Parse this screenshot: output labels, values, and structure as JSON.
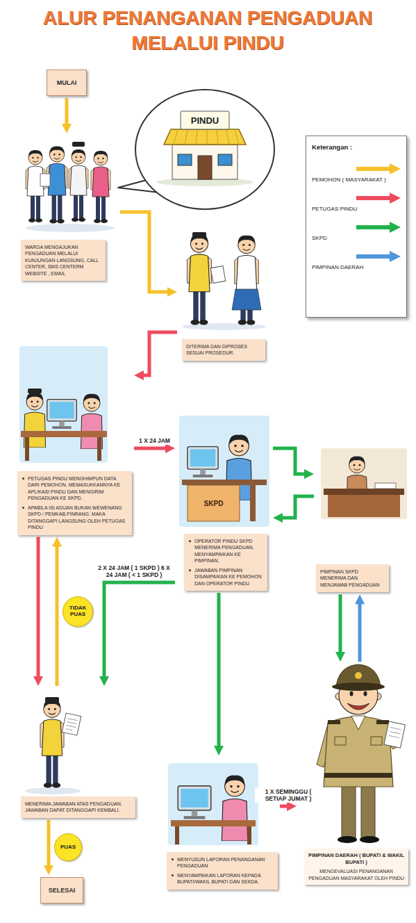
{
  "diagram": {
    "title": "ALUR PENANGANAN PENGADUAN MELALUI PINDU",
    "nodes": [
      {
        "text": [
          "MULAI"
        ]
      },
      {
        "text": [
          "WARGA MENGAJUKAN PENGADUAN MELALUI KUNJUNGAN LANGSUNG, CALL CENTER, SMS CENTERM WEBSITE , EMAIL"
        ]
      },
      {
        "text": [
          "DITERIMA DAN DIPROSES SESUAI PROSEDUR."
        ]
      },
      {
        "text": [
          "PETUGAS PINDU MENGHIMPUN DATA DARI PEMOHON, MEMASUKKANNYA KE APLIKASI PINDU DAN MENGIRIM PENGADUAN KE SKPD.",
          "APABILA ISI ADUAN BUKAN WEWENANG SKPD / PEMKAB.PINRANG. MAKA DITANGGAPI LANGSUNG OLEH PETUGAS PINDU"
        ]
      },
      {
        "text": [
          "OPERATOR PINDU SKPD MENERIMA PENGADUAN, MENYAMPAIKAN KE PIMPINAN.",
          "JAWABAN PIMPINAN DISAMPAIKAN KE PEMOHON DAN OPERATOR PINDU"
        ]
      },
      {
        "text": [
          "PIMPINAN SKPD MENERIMA DAN MENJAWAB PENGADUAN"
        ]
      },
      {
        "text": [
          "MENERIMA JAWABAN ATAS PENGADUAN. JAWABAN DAPAT DITANGGAPI KEMBALI."
        ]
      },
      {
        "text": [
          "MENYUSUN LAPORAN PENANGANAN PENGADUAN",
          "MENYAMPAIKAN LAPORAN KEPADA BUPATI/WAKIL BUPATI DAN SEKDA."
        ]
      },
      {
        "text": [
          "PIMPINAN DAERAH ( BUPATI & WAKIL BUPATI )",
          "MENGEVALUASI PENANGANAN PENGADUAN MASYARAKAT OLEH PINDU"
        ]
      },
      {
        "text": [
          "SELESAI"
        ]
      }
    ],
    "edges": [
      {
        "from": 0,
        "to": 1,
        "arrow": "to"
      },
      {
        "from": 1,
        "to": 2,
        "arrow": "to"
      },
      {
        "from": 2,
        "to": 3,
        "arrow": "to"
      },
      {
        "from": 3,
        "to": 4,
        "label": "1 X 24 JAM",
        "arrow": "to"
      },
      {
        "from": 4,
        "to": 5,
        "arrow": "to"
      },
      {
        "from": 5,
        "to": 4,
        "arrow": "to"
      },
      {
        "from": 3,
        "to": 6,
        "arrow": "to"
      },
      {
        "from": 6,
        "to": 3,
        "label": "TIDAK PUAS",
        "arrow": "to"
      },
      {
        "from": 4,
        "to": 6,
        "label": "2 X 24 JAM ( 1 SKPD ) 6 X 24 JAM ( < 1 SKPD )",
        "arrow": "to"
      },
      {
        "from": 4,
        "to": 7,
        "arrow": "to"
      },
      {
        "from": 5,
        "to": 8,
        "arrow": "to"
      },
      {
        "from": 8,
        "to": 5,
        "arrow": "to"
      },
      {
        "from": 6,
        "to": 9,
        "label": "PUAS",
        "arrow": "to"
      },
      {
        "from": 7,
        "to": 8,
        "label": "1 X SEMINGGU ( SETIAP JUMAT )",
        "arrow": "to"
      }
    ],
    "labels": [
      "PINDU",
      "Keterangan :",
      "SKPD"
    ],
    "legend": [
      {
        "text": "PEMOHON ( MASYARAKAT )",
        "color": "#f6c02c"
      },
      {
        "text": "PETUGAS PINDU",
        "color": "#ef4b5f"
      },
      {
        "text": "SKPD",
        "color": "#22b24c"
      },
      {
        "text": "PIMPINAN DAERAH",
        "color": "#4f95dc"
      }
    ]
  }
}
